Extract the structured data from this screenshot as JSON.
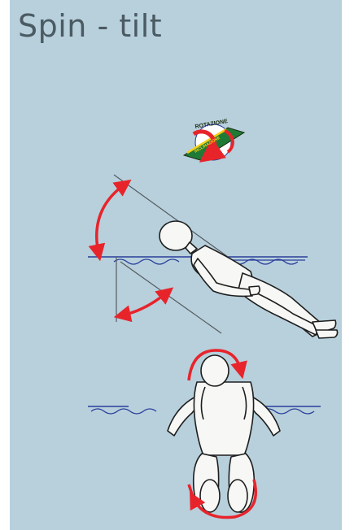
{
  "title": "Spin - tilt",
  "badge": {
    "top_text": "ROTAZIONE",
    "band_text": "INCLINAZIONE"
  },
  "colors": {
    "panel": "#b7d0dc",
    "title": "#4b5b63",
    "arrow": "#e8242b",
    "line": "#2a3d9a",
    "body_fill": "#f7f7f5",
    "outline": "#1e1e1e",
    "guide": "#555b60"
  },
  "icons": [
    "rotation-badge-icon",
    "tilt-arrow-icon",
    "spin-arrow-icon"
  ]
}
